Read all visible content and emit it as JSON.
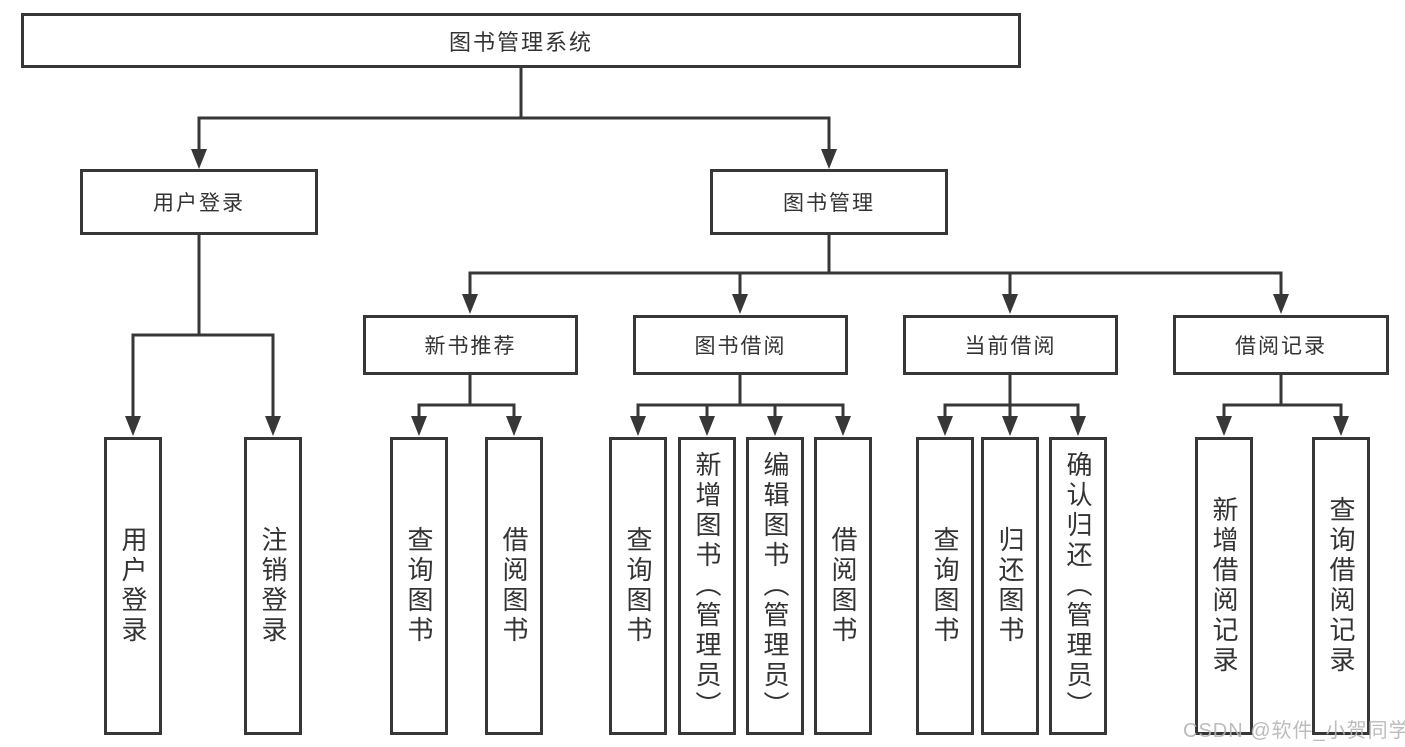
{
  "root_label": "图书管理系统",
  "level2": {
    "user_login": "用户登录",
    "book_management": "图书管理"
  },
  "level3": {
    "new_book_recommendation": "新书推荐",
    "book_borrowing": "图书借阅",
    "current_borrowing": "当前借阅",
    "borrowing_records": "借阅记录"
  },
  "leaves": {
    "user_login": [
      "用户登录",
      "注销登录"
    ],
    "new_book_recommendation": [
      "查询图书",
      "借阅图书"
    ],
    "book_borrowing": [
      "查询图书",
      "新增图书（管理员）",
      "编辑图书（管理员）",
      "借阅图书"
    ],
    "current_borrowing": [
      "查询图书",
      "归还图书",
      "确认归还（管理员）"
    ],
    "borrowing_records": [
      "新增借阅记录",
      "查询借阅记录"
    ]
  },
  "watermark": "CSDN @软件_小贺同学",
  "colors": {
    "line": "#373737",
    "text": "#333333",
    "watermark": "#b5b5b5",
    "background": "#ffffff"
  }
}
